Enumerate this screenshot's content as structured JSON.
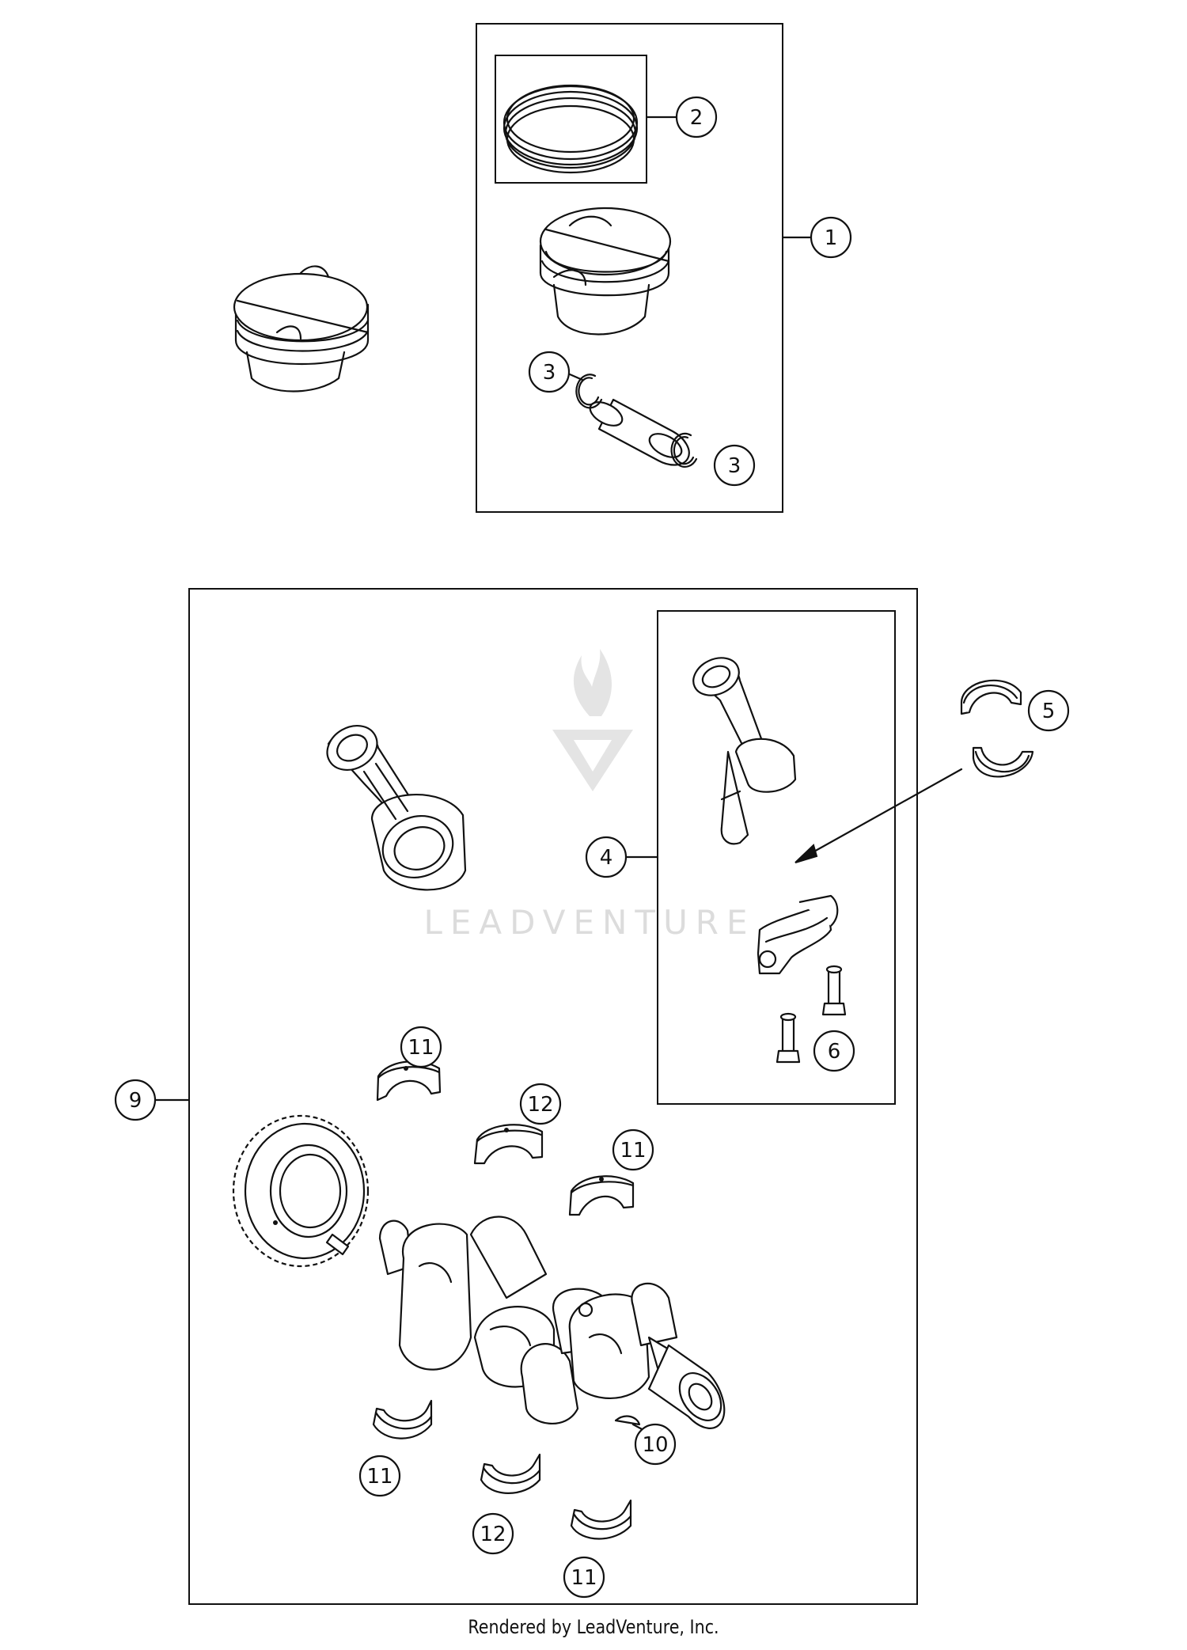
{
  "callouts": {
    "c1": "1",
    "c2": "2",
    "c3a": "3",
    "c3b": "3",
    "c4": "4",
    "c5": "5",
    "c6": "6",
    "c9": "9",
    "c10": "10",
    "c11a": "11",
    "c11b": "11",
    "c11c": "11",
    "c11d": "11",
    "c12a": "12",
    "c12b": "12"
  },
  "watermark": {
    "text": "LEADVENTURE"
  },
  "footer": {
    "text": "Rendered by LeadVenture, Inc."
  },
  "colors": {
    "line": "#111111",
    "watermark": "#dcdcdc"
  }
}
